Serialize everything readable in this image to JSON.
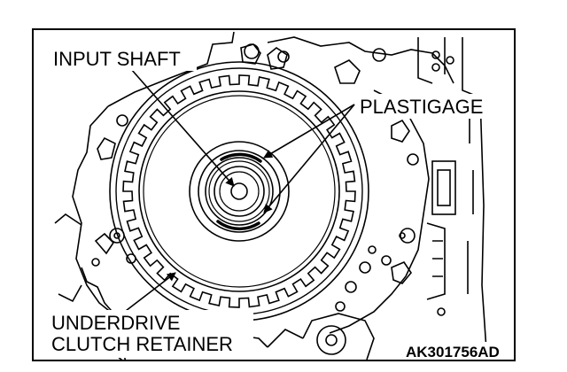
{
  "labels": {
    "input_shaft": "INPUT SHAFT",
    "plastigage": "PLASTIGAGE",
    "underdrive_line1": "UNDERDRIVE",
    "underdrive_line2": "CLUTCH RETAINER",
    "figure_code": "AK301756AD"
  },
  "colors": {
    "line": "#000000",
    "background": "#ffffff"
  }
}
